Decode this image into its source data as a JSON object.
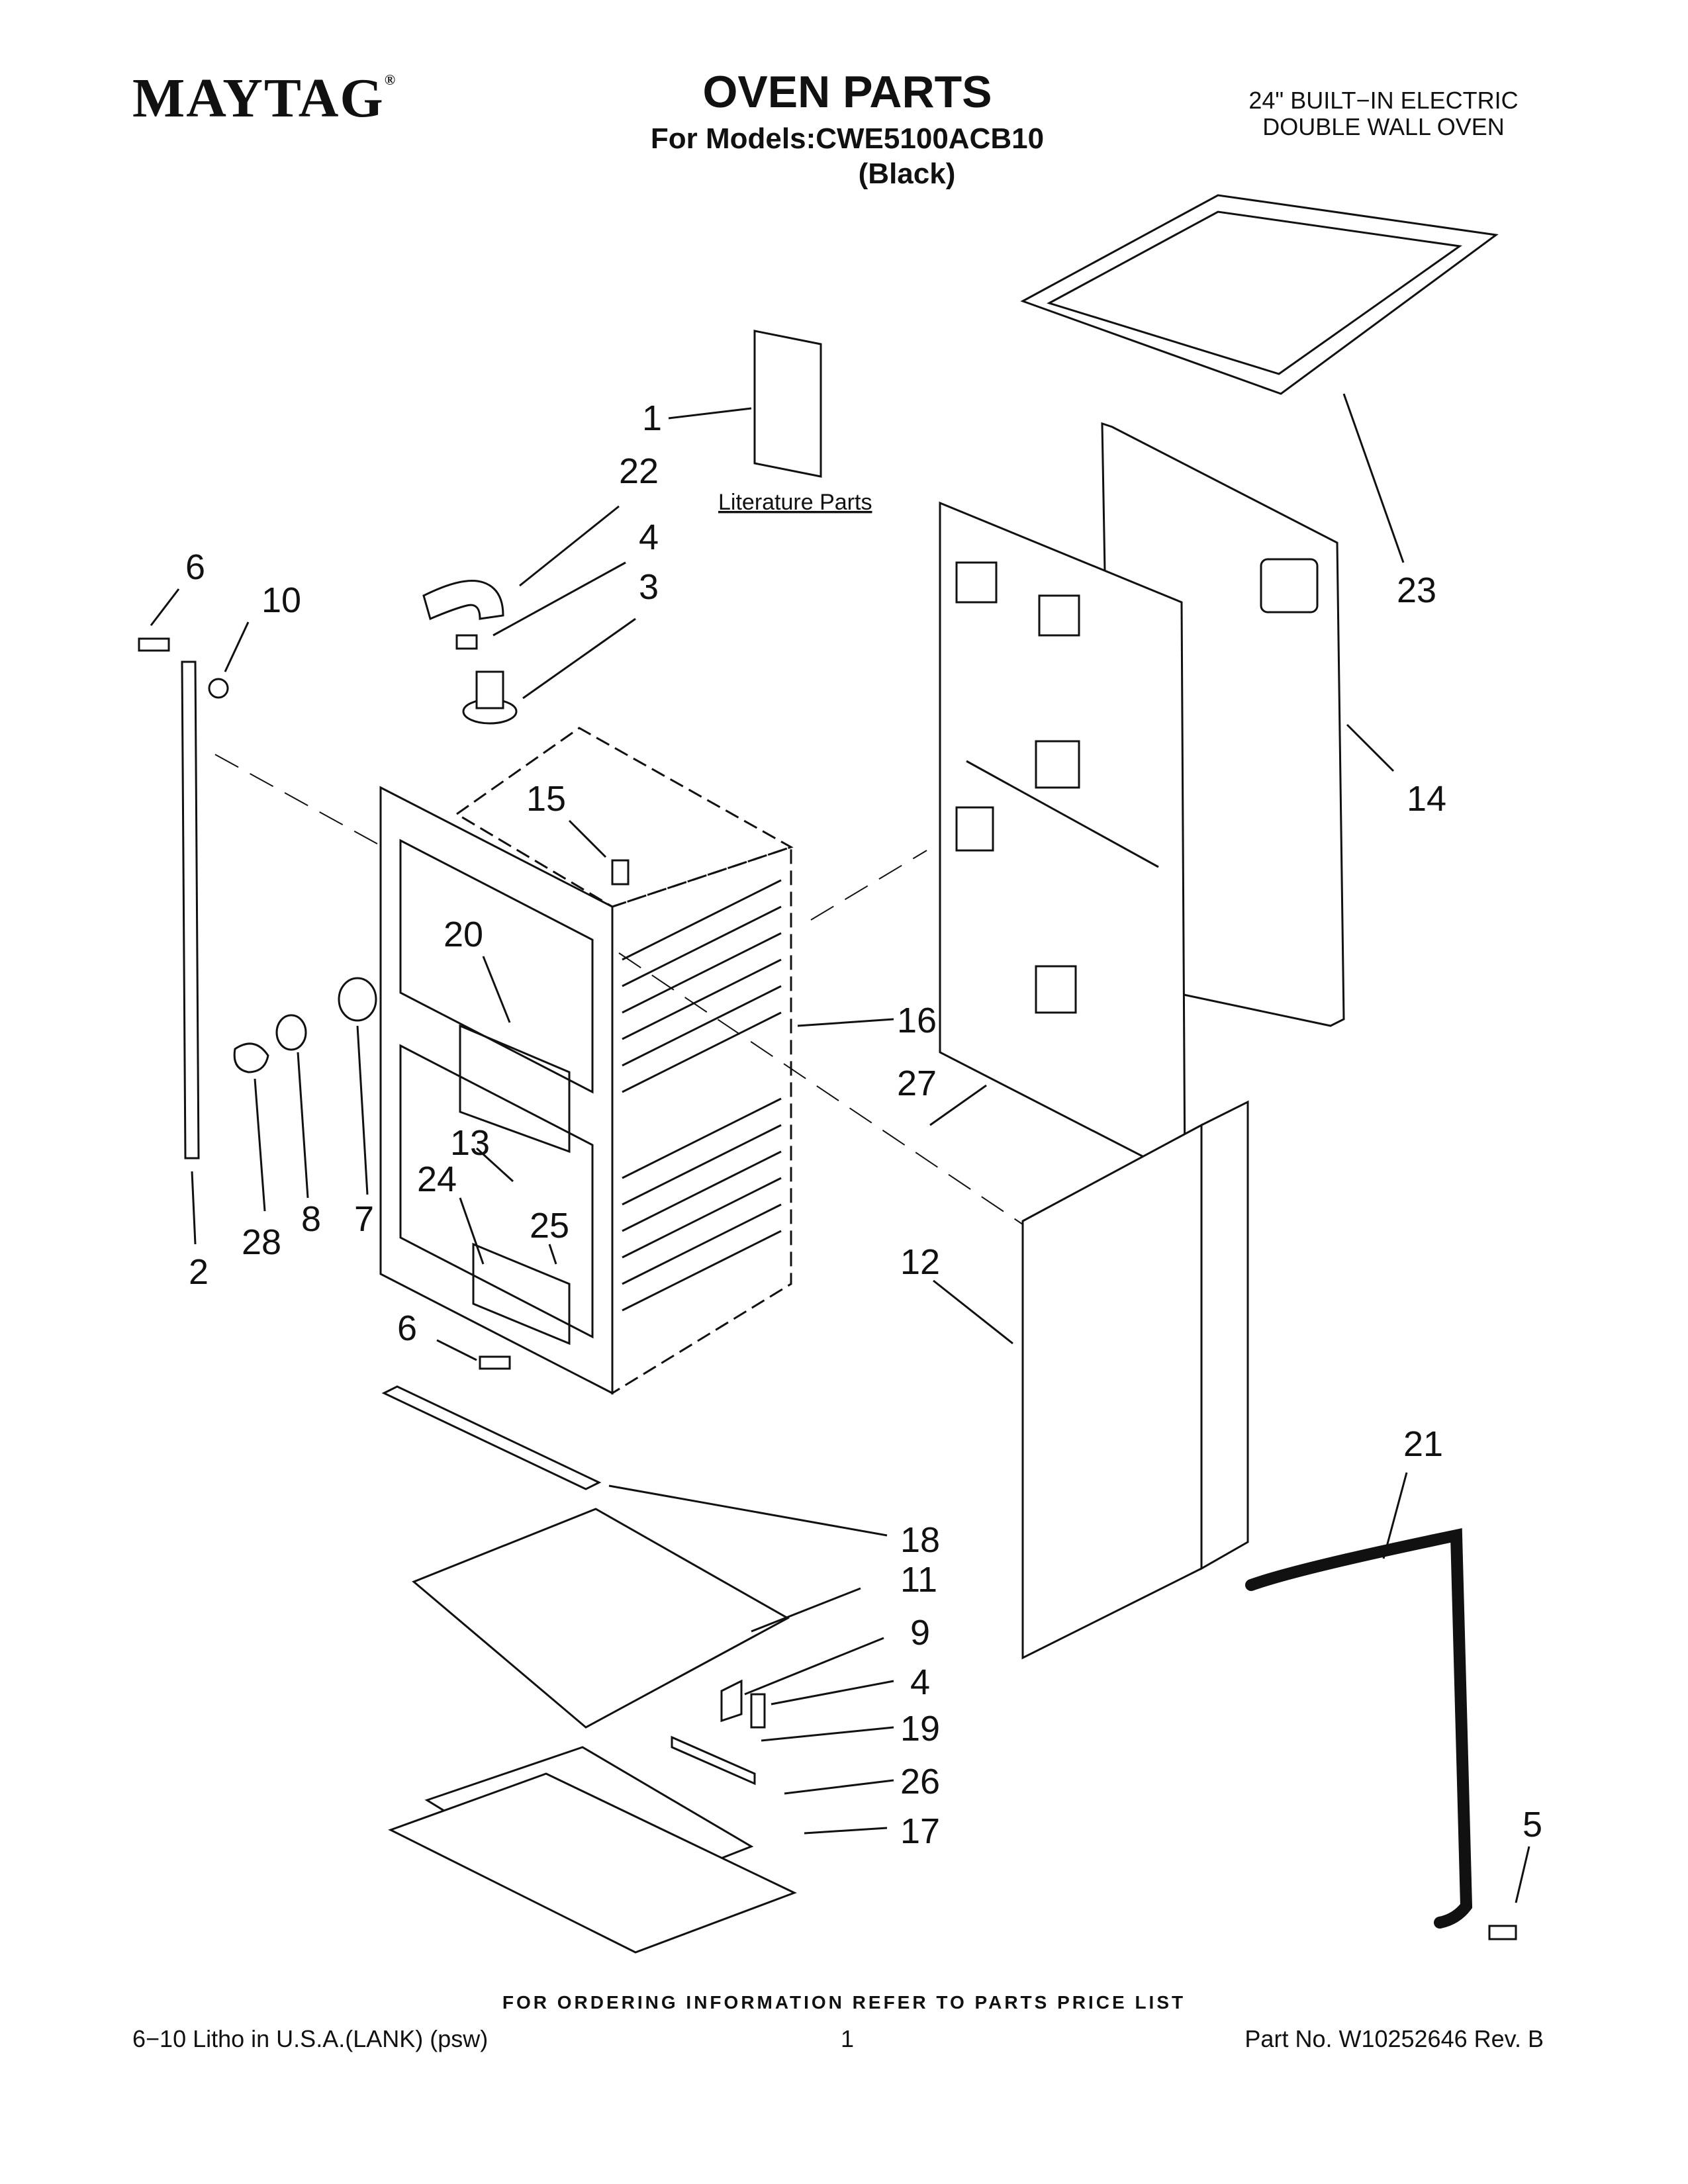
{
  "header": {
    "brand": "MAYTAG",
    "brand_mark": "®",
    "title": "OVEN PARTS",
    "models": "For Models:CWE5100ACB10",
    "color": "(Black)",
    "product_line1": "24\" BUILT−IN ELECTRIC",
    "product_line2": "DOUBLE WALL OVEN"
  },
  "diagram": {
    "literature_label": "Literature Parts",
    "callouts": [
      "1",
      "22",
      "4",
      "3",
      "6",
      "10",
      "15",
      "20",
      "7",
      "8",
      "28",
      "2",
      "16",
      "27",
      "13",
      "24",
      "25",
      "6",
      "18",
      "11",
      "9",
      "4",
      "19",
      "26",
      "17",
      "23",
      "14",
      "12",
      "21",
      "5"
    ]
  },
  "footer": {
    "order_note": "FOR ORDERING INFORMATION REFER TO PARTS PRICE LIST",
    "litho": "6−10 Litho in U.S.A.(LANK) (psw)",
    "page": "1",
    "part_no": "Part No. W10252646 Rev. B"
  }
}
